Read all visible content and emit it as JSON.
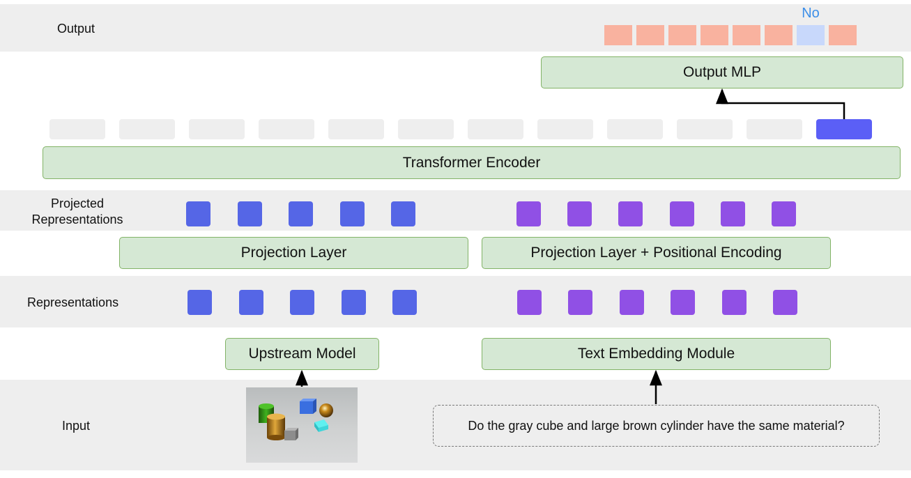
{
  "rows": {
    "output": "Output",
    "projected": "Projected\nRepresentations",
    "representations": "Representations",
    "input": "Input"
  },
  "modules": {
    "output_mlp": "Output MLP",
    "transformer": "Transformer Encoder",
    "projection": "Projection Layer",
    "projection_pos": "Projection Layer + Positional Encoding",
    "upstream": "Upstream Model",
    "text_embedding": "Text Embedding Module"
  },
  "output": {
    "answer": "No",
    "cells": 8,
    "highlight_index": 6
  },
  "tokens": {
    "count": 12,
    "cls_index": 11
  },
  "image_tokens": 5,
  "text_tokens": 6,
  "question": "Do the gray cube and large brown cylinder have the same material?",
  "colors": {
    "band": "#eeeeee",
    "module_fill": "#d5e8d4",
    "module_border": "#82b366",
    "image_token": "#5566e6",
    "text_token": "#9050e5",
    "cls_token": "#5b5ff6",
    "output_cell": "#f9b29f",
    "output_highlight": "#c8d8fb",
    "answer_text": "#3b8ee8"
  }
}
